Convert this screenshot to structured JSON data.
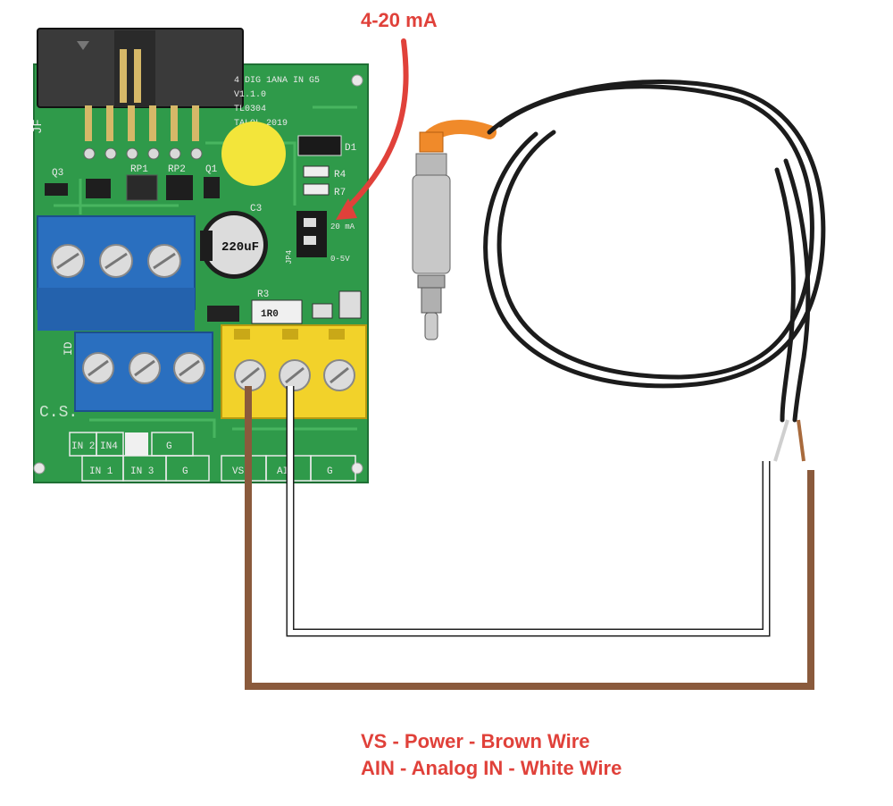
{
  "annotation": {
    "top_label": "4-20 mA",
    "caption_line1": "VS - Power - Brown Wire",
    "caption_line2": "AIN - Analog IN - White Wire"
  },
  "board": {
    "title_line1": "4 DIG 1ANA IN G5",
    "title_line2": "V1.1.0",
    "title_line3": "TL0304",
    "title_line4": "TALOL 2019",
    "connector_label": "JF",
    "ref_q3": "Q3",
    "ref_rp1": "RP1",
    "ref_rp2": "RP2",
    "ref_q1": "Q1",
    "ref_d1": "D1",
    "ref_r4": "R4",
    "ref_r7": "R7",
    "ref_c3": "C3",
    "ref_r3": "R3",
    "ref_jp4": "JP4",
    "jumper_20ma": "20 mA",
    "jumper_05v": "0-5V",
    "cap_text": "220uF",
    "res_text": "1R0",
    "cs_text": "C.S.",
    "id_text": "ID",
    "terminal_labels_top": [
      "IN 2",
      "IN4",
      "",
      "G"
    ],
    "terminal_labels_bottom": [
      "IN 1",
      "IN 3",
      "G",
      "VS",
      "AIN",
      "G"
    ]
  },
  "colors": {
    "annotation": "#e0413a",
    "pcb": "#2f9a4a",
    "brown_wire": "#8a5a3c",
    "white_wire_outline": "#222222",
    "terminal_blue": "#2a6fbf",
    "terminal_yellow": "#f2d22a"
  }
}
